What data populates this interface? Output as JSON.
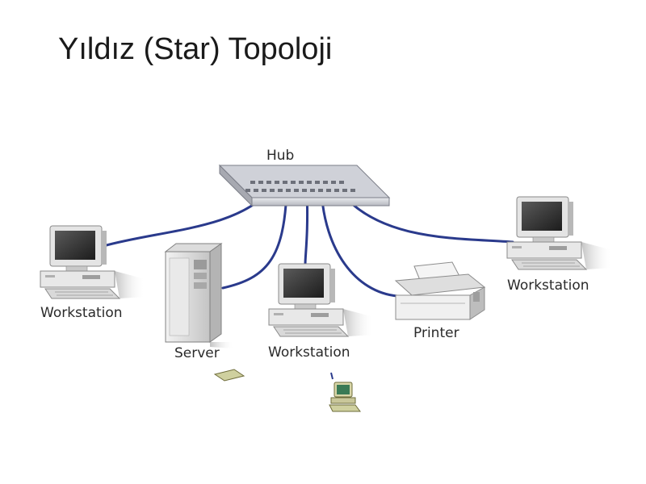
{
  "slide": {
    "title": "Yıldız (Star) Topoloji"
  },
  "diagram": {
    "hub_label": "Hub",
    "workstation_left_label": "Workstation",
    "server_label": "Server",
    "workstation_center_label": "Workstation",
    "printer_label": "Printer",
    "workstation_right_label": "Workstation",
    "cable_color": "#2a3a8c"
  }
}
